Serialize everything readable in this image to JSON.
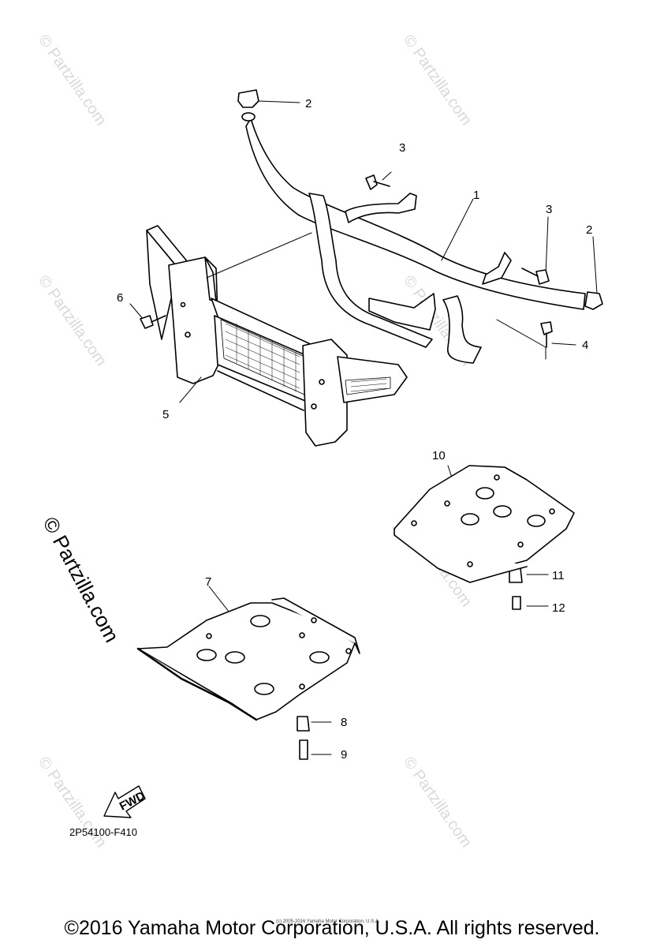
{
  "watermark": {
    "text": "© Partzilla.com"
  },
  "callouts": [
    "1",
    "2",
    "2",
    "3",
    "3",
    "4",
    "5",
    "6",
    "7",
    "8",
    "9",
    "10",
    "11",
    "12"
  ],
  "direction_label": "FWD",
  "diagram_code": "2P54100-F410",
  "small_copyright": "(c) 2005-2016 Yamaha Motor Corporation, U.S.A.",
  "footer": "©2016 Yamaha Motor Corporation, U.S.A. All rights reserved.",
  "colors": {
    "line": "#000000",
    "watermark": "#d9d9d9"
  }
}
